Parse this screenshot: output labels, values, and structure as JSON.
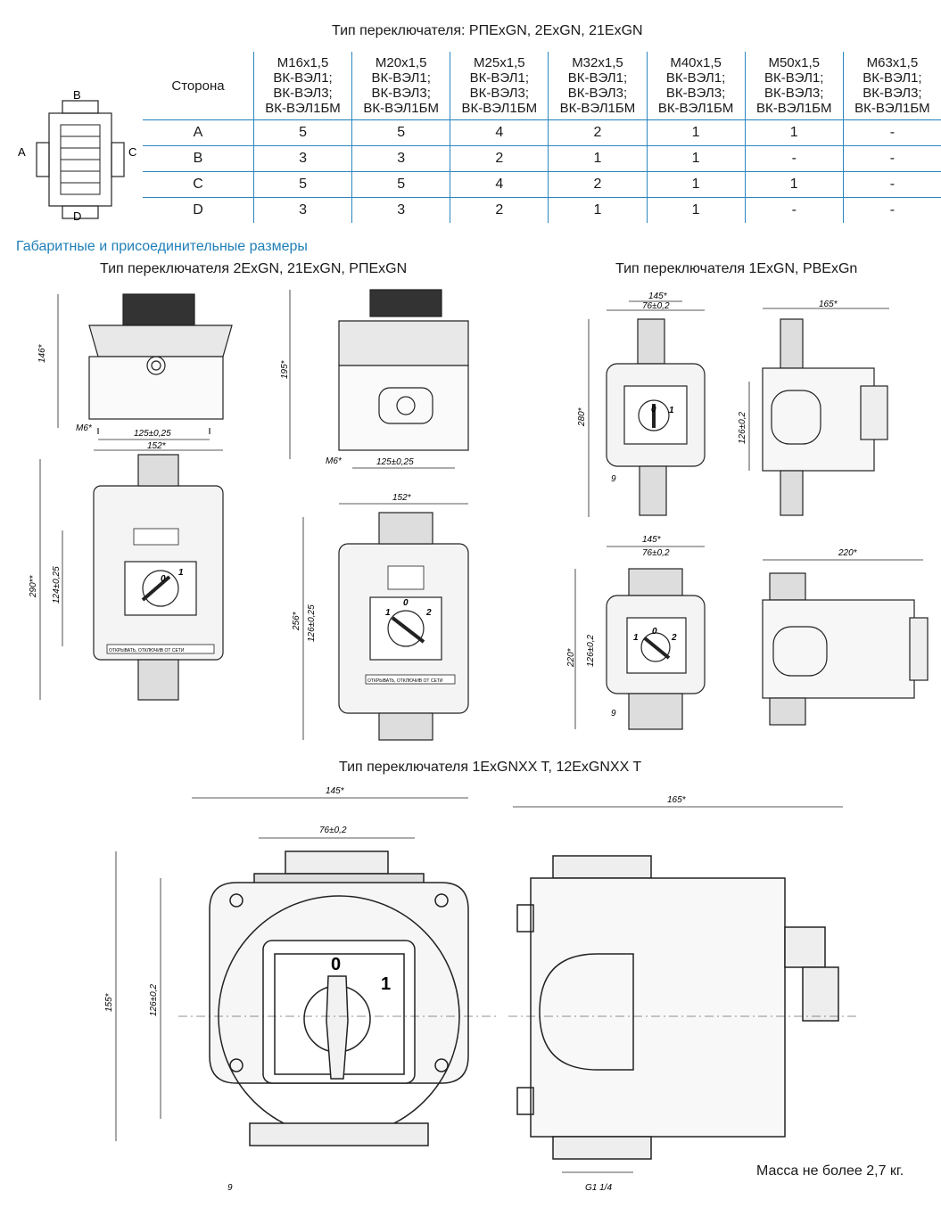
{
  "table": {
    "title": "Тип переключателя: РПExGN, 2ExGN, 21ExGN",
    "side_header": "Сторона",
    "columns": [
      [
        "M16x1,5",
        "ВК-ВЭЛ1;",
        "ВК-ВЭЛ3;",
        "ВК-ВЭЛ1БМ"
      ],
      [
        "M20x1,5",
        "ВК-ВЭЛ1;",
        "ВК-ВЭЛ3;",
        "ВК-ВЭЛ1БМ"
      ],
      [
        "M25x1,5",
        "ВК-ВЭЛ1;",
        "ВК-ВЭЛ3;",
        "ВК-ВЭЛ1БМ"
      ],
      [
        "M32x1,5",
        "ВК-ВЭЛ1;",
        "ВК-ВЭЛ3;",
        "ВК-ВЭЛ1БМ"
      ],
      [
        "M40x1,5",
        "ВК-ВЭЛ1;",
        "ВК-ВЭЛ3;",
        "ВК-ВЭЛ1БМ"
      ],
      [
        "M50x1,5",
        "ВК-ВЭЛ1;",
        "ВК-ВЭЛ3;",
        "ВК-ВЭЛ1БМ"
      ],
      [
        "M63x1,5",
        "ВК-ВЭЛ1;",
        "ВК-ВЭЛ3;",
        "ВК-ВЭЛ1БМ"
      ]
    ],
    "rows": [
      {
        "side": "A",
        "values": [
          "5",
          "5",
          "4",
          "2",
          "1",
          "1",
          "-"
        ]
      },
      {
        "side": "B",
        "values": [
          "3",
          "3",
          "2",
          "1",
          "1",
          "-",
          "-"
        ]
      },
      {
        "side": "C",
        "values": [
          "5",
          "5",
          "4",
          "2",
          "1",
          "1",
          "-"
        ]
      },
      {
        "side": "D",
        "values": [
          "3",
          "3",
          "2",
          "1",
          "1",
          "-",
          "-"
        ]
      }
    ]
  },
  "side_diagram": {
    "a": "A",
    "b": "B",
    "c": "C",
    "d": "D"
  },
  "section_title": "Габаритные и присоединительные размеры",
  "group1_title": "Тип переключателя 2ExGN, 21ExGN, РПExGN",
  "group2_title": "Тип переключателя 1ExGN, PBExGn",
  "group3_title": "Тип переключателя 1ExGNXX T, 12ExGNXX T",
  "mass": "Масса не более 2,7 кг.",
  "dims": {
    "d146": "146*",
    "d125": "125±0,25",
    "m6": "M6*",
    "d152": "152*",
    "d290": "290**",
    "d124": "124±0,25",
    "d195": "195*",
    "d256": "256*",
    "d126_025": "126±0,25",
    "d145": "145*",
    "d76": "76±0,2",
    "d280": "280*",
    "d9": "9",
    "d165": "165*",
    "d126": "126±0,2",
    "d220": "220*",
    "d155": "155*",
    "g1": "G1 1/4"
  },
  "labels": {
    "pos0": "0",
    "pos1": "1",
    "pos2": "2",
    "plate": "ОТКРЫВАТЬ, ОТКЛЮЧИВ ОТ СЕТИ"
  }
}
